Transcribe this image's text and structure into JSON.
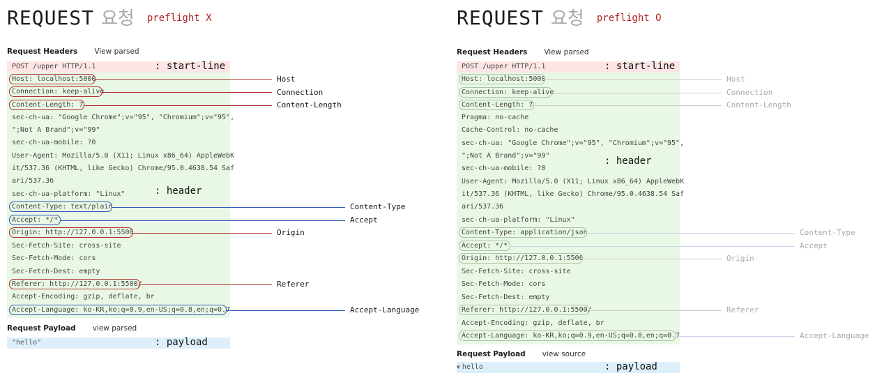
{
  "left": {
    "title": "REQUEST",
    "title_kr": "요청",
    "preflight": "preflight X",
    "request_headers_label": "Request Headers",
    "view_parsed": "View parsed",
    "start_line": "POST /upper HTTP/1.1",
    "start_line_anno": ": start-line",
    "header_anno": ": header",
    "headers": [
      "Host: localhost:5000",
      "Connection: keep-alive",
      "Content-Length: 7",
      "sec-ch-ua: \"Google Chrome\";v=\"95\", \"Chromium\";v=\"95\",",
      "\";Not A Brand\";v=\"99\"",
      "sec-ch-ua-mobile: ?0",
      "User-Agent: Mozilla/5.0 (X11; Linux x86_64) AppleWebK",
      "it/537.36 (KHTML, like Gecko) Chrome/95.0.4638.54 Saf",
      "ari/537.36",
      "sec-ch-ua-platform: \"Linux\"",
      "Content-Type: text/plain",
      "Accept: */*",
      "Origin: http://127.0.0.1:5500",
      "Sec-Fetch-Site: cross-site",
      "Sec-Fetch-Mode: cors",
      "Sec-Fetch-Dest: empty",
      "Referer: http://127.0.0.1:5500/",
      "Accept-Encoding: gzip, deflate, br",
      "Accept-Language: ko-KR,ko;q=0.9,en-US;q=0.8,en;q=0.7"
    ],
    "labels": {
      "host": "Host",
      "connection": "Connection",
      "content_length": "Content-Length",
      "content_type": "Content-Type",
      "accept": "Accept",
      "origin": "Origin",
      "referer": "Referer",
      "accept_language": "Accept-Language"
    },
    "request_payload_label": "Request Payload",
    "payload_view": "view parsed",
    "payload_value": "\"hello\"",
    "payload_anno": ": payload"
  },
  "right": {
    "title": "REQUEST",
    "title_kr": "요청",
    "preflight": "preflight O",
    "request_headers_label": "Request Headers",
    "view_parsed": "View parsed",
    "start_line": "POST /upper HTTP/1.1",
    "start_line_anno": ": start-line",
    "header_anno": ": header",
    "headers": [
      "Host: localhost:5000",
      "Connection: keep-alive",
      "Content-Length: 7",
      "Pragma: no-cache",
      "Cache-Control: no-cache",
      "sec-ch-ua: \"Google Chrome\";v=\"95\", \"Chromium\";v=\"95\",",
      "\";Not A Brand\";v=\"99\"",
      "sec-ch-ua-mobile: ?0",
      "User-Agent: Mozilla/5.0 (X11; Linux x86_64) AppleWebK",
      "it/537.36 (KHTML, like Gecko) Chrome/95.0.4638.54 Saf",
      "ari/537.36",
      "sec-ch-ua-platform: \"Linux\"",
      "Content-Type: application/json",
      "Accept: */*",
      "Origin: http://127.0.0.1:5500",
      "Sec-Fetch-Site: cross-site",
      "Sec-Fetch-Mode: cors",
      "Sec-Fetch-Dest: empty",
      "Referer: http://127.0.0.1:5500/",
      "Accept-Encoding: gzip, deflate, br",
      "Accept-Language: ko-KR,ko;q=0.9,en-US;q=0.8,en;q=0.7"
    ],
    "labels": {
      "host": "Host",
      "connection": "Connection",
      "content_length": "Content-Length",
      "content_type": "Content-Type",
      "accept": "Accept",
      "origin": "Origin",
      "referer": "Referer",
      "accept_language": "Accept-Language"
    },
    "request_payload_label": "Request Payload",
    "payload_view": "view source",
    "payload_value": "hello",
    "payload_anno": ": payload"
  }
}
